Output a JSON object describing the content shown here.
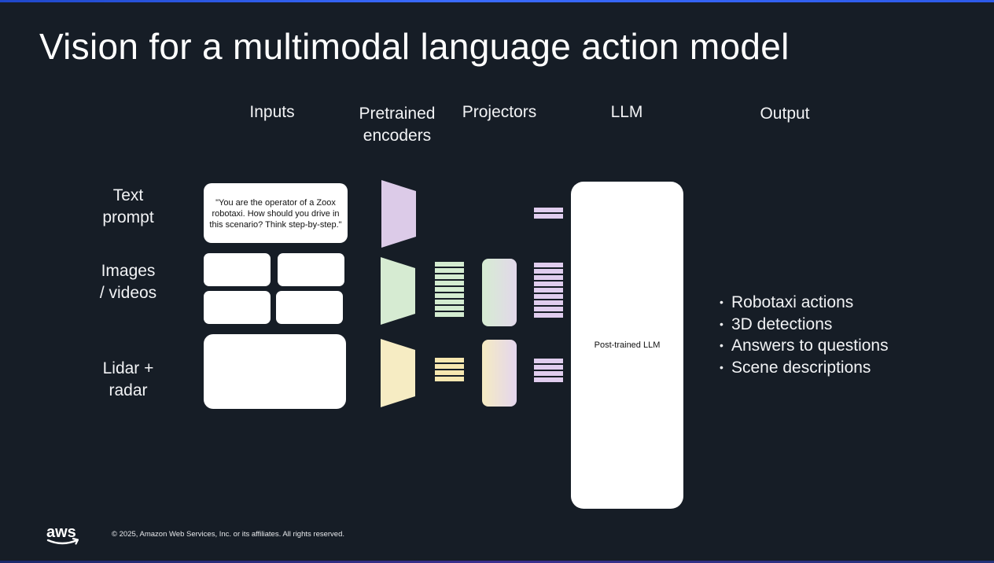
{
  "slide": {
    "title": "Vision for a multimodal language action model"
  },
  "columns": {
    "inputs": "Inputs",
    "encoders_line1": "Pretrained",
    "encoders_line2": "encoders",
    "projectors": "Projectors",
    "llm": "LLM",
    "output": "Output"
  },
  "rows": {
    "text_line1": "Text",
    "text_line2": "prompt",
    "images_line1": "Images",
    "images_line2": "/ videos",
    "lidar_line1": "Lidar +",
    "lidar_line2": "radar"
  },
  "prompt_text": "\"You are the operator of a Zoox robotaxi. How should you drive in this scenario? Think step-by-step.\"",
  "llm_label": "Post-trained LLM",
  "outputs": [
    "Robotaxi actions",
    "3D detections",
    "Answers to questions",
    "Scene descriptions"
  ],
  "colors": {
    "background": "#161d26",
    "text_encoder": "#dccbe8",
    "image_encoder": "#d6ebd2",
    "lidar_encoder": "#f6ecc3",
    "text_tokens": "#e0cdee",
    "image_tokens": "#d4ecd0",
    "lidar_tokens": "#f6e7b0"
  },
  "footer": {
    "logo": "aws",
    "copyright": "© 2025, Amazon Web Services, Inc. or its affiliates. All rights reserved."
  }
}
